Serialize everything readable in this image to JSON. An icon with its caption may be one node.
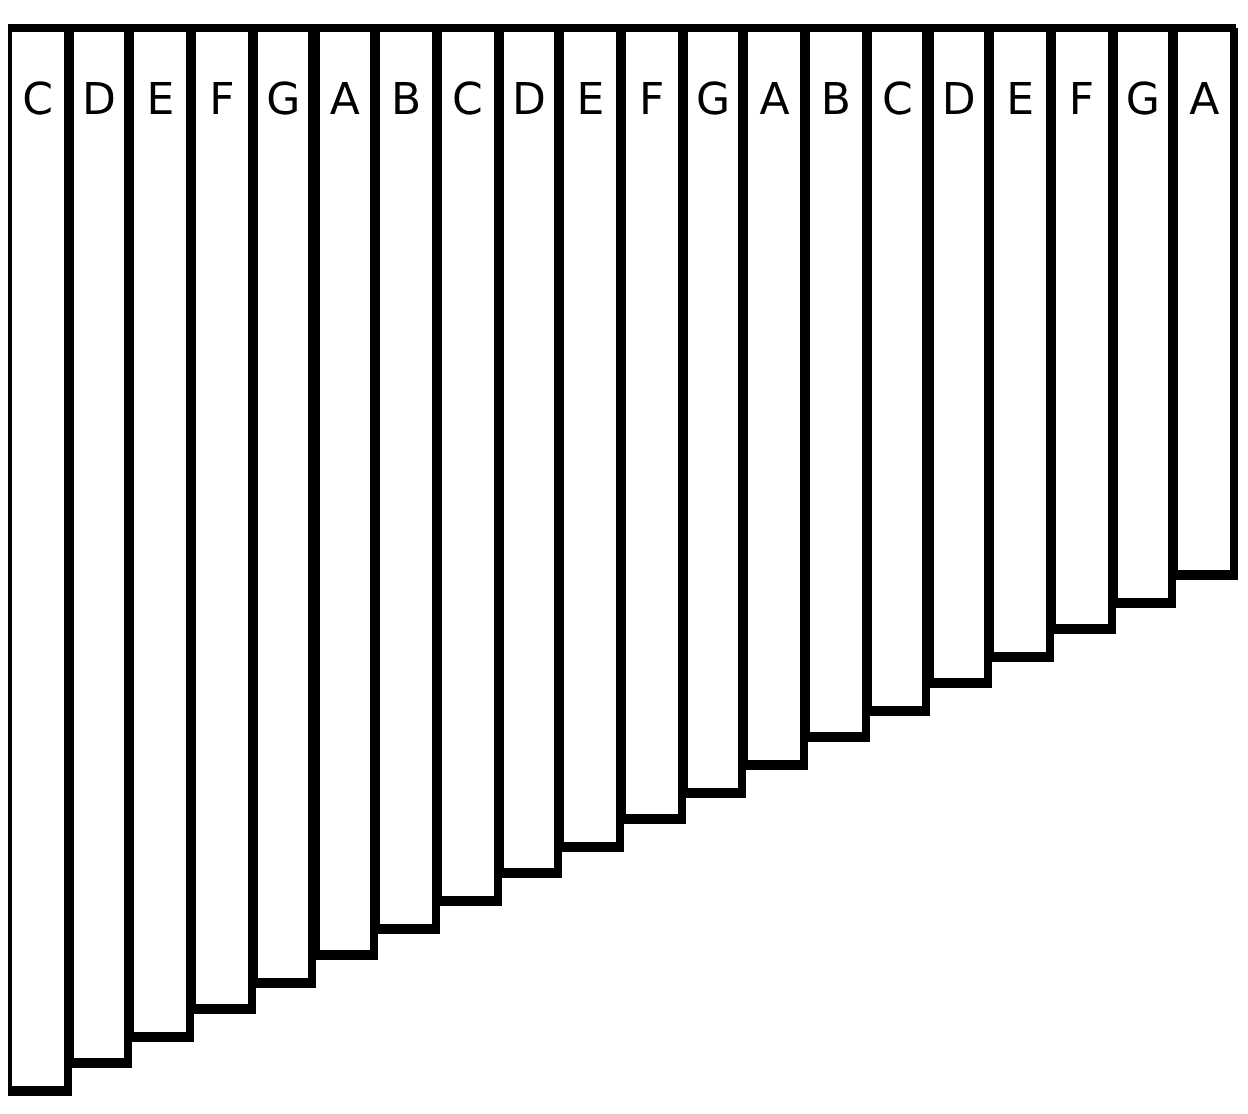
{
  "diagram": {
    "nodes": [
      {
        "text": [
          "C"
        ]
      },
      {
        "text": [
          "D"
        ]
      },
      {
        "text": [
          "E"
        ]
      },
      {
        "text": [
          "F"
        ]
      },
      {
        "text": [
          "G"
        ]
      },
      {
        "text": [
          "A"
        ]
      },
      {
        "text": [
          "B"
        ]
      },
      {
        "text": [
          "C"
        ]
      },
      {
        "text": [
          "D"
        ]
      },
      {
        "text": [
          "E"
        ]
      },
      {
        "text": [
          "F"
        ]
      },
      {
        "text": [
          "G"
        ]
      },
      {
        "text": [
          "A"
        ]
      },
      {
        "text": [
          "B"
        ]
      },
      {
        "text": [
          "C"
        ]
      },
      {
        "text": [
          "D"
        ]
      },
      {
        "text": [
          "E"
        ]
      },
      {
        "text": [
          "F"
        ]
      },
      {
        "text": [
          "G"
        ]
      },
      {
        "text": [
          "A"
        ]
      }
    ]
  }
}
